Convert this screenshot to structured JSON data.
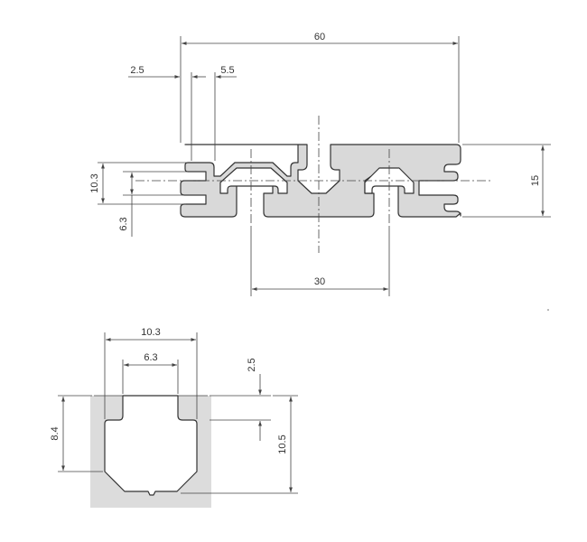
{
  "colors": {
    "profile_fill": "#d9d9d9",
    "outline": "#333333",
    "dimension": "#444444"
  },
  "top_view": {
    "dim_overall_width": "60",
    "dim_wall": "2.5",
    "dim_slot_opening_outer": "5.5",
    "dim_height": "15",
    "dim_slot_width": "10.3",
    "dim_slot_opening": "6.3",
    "dim_center_spacing": "30"
  },
  "slot_detail": {
    "dim_slot_width": "10.3",
    "dim_slot_opening": "6.3",
    "dim_lip_thickness": "2.5",
    "dim_inner_depth": "8.4",
    "dim_total_depth": "10.5"
  }
}
